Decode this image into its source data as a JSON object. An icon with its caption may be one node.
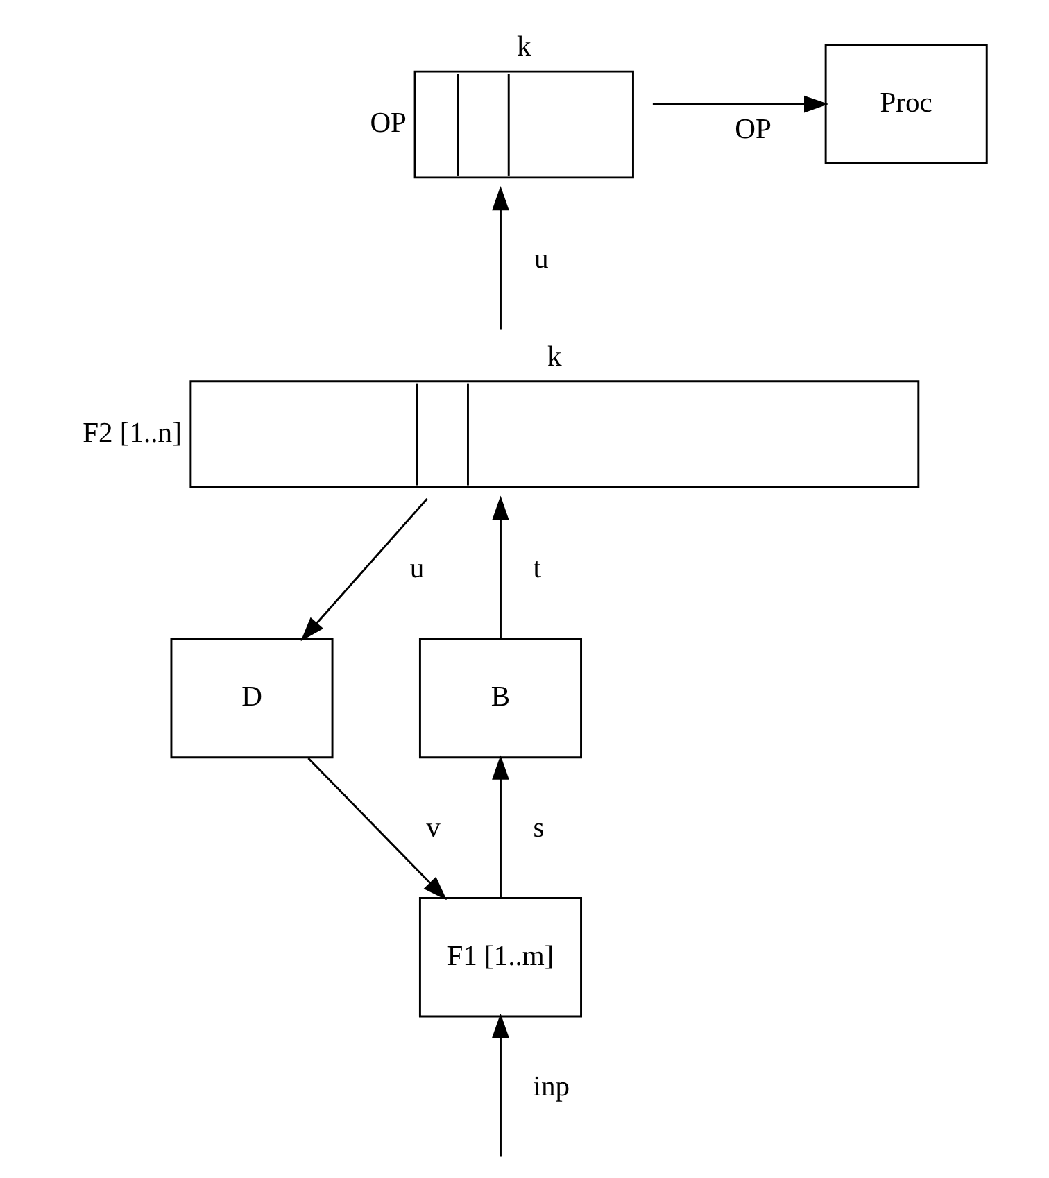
{
  "diagram": {
    "nodes": [
      {
        "text": [
          "OP"
        ],
        "beside": [
          "k"
        ]
      },
      {
        "text": [
          "Proc"
        ]
      },
      {
        "text": [
          "F2 [1..n]"
        ],
        "beside": [
          "k"
        ]
      },
      {
        "text": [
          "D"
        ]
      },
      {
        "text": [
          "B"
        ]
      },
      {
        "text": [
          "F1 [1..m]"
        ]
      }
    ],
    "edges": [
      {
        "from": 0,
        "to": 1,
        "arrow": "to",
        "label": "OP"
      },
      {
        "from": 2,
        "to": 0,
        "arrow": "to",
        "label": "u"
      },
      {
        "from": 2,
        "to": 3,
        "arrow": "to",
        "label": "u"
      },
      {
        "from": 3,
        "to": 5,
        "arrow": "to",
        "label": "v"
      },
      {
        "from": 5,
        "to": 4,
        "arrow": "to",
        "label": "s"
      },
      {
        "from": 4,
        "to": 2,
        "arrow": "to",
        "label": "t"
      },
      {
        "from": null,
        "to": 5,
        "arrow": "to",
        "label": "inp"
      }
    ]
  }
}
